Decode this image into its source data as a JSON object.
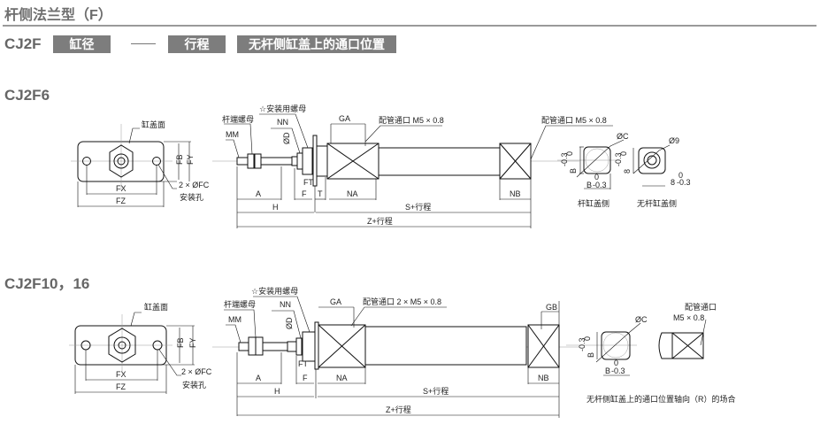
{
  "header": {
    "title": "杆侧法兰型（F）"
  },
  "order_code": {
    "model": "CJ2F",
    "bore": "缸径",
    "separator": "—",
    "stroke": "行程",
    "port": "无杆侧缸盖上的通口位置"
  },
  "section1": {
    "title": "CJ2F6",
    "labels": {
      "cover": "缸盖面",
      "fb": "FB",
      "fy": "FY",
      "fx": "FX",
      "fz": "FZ",
      "fc": "2 × ØFC",
      "hole": "安装孔",
      "mount_nut": "☆安装用螺母",
      "rod_nut": "杆端螺母",
      "nn": "NN",
      "mm": "MM",
      "d": "ØD",
      "ga": "GA",
      "port_head": "配管通口 M5 × 0.8",
      "port_cap": "配管通口 M5 × 0.8",
      "ft": "FT",
      "a": "A",
      "f": "F",
      "t": "T",
      "na": "NA",
      "nb": "NB",
      "h": "H",
      "s": "S+行程",
      "z": "Z+行程",
      "oc": "ØC",
      "o9": "Ø9",
      "b1": "B",
      "tol0": "0",
      "tol": "-0.3",
      "b2": "B",
      "b3": "8",
      "b4": "8",
      "rod_side": "杆缸盖侧",
      "cap_side": "无杆缸盖侧"
    }
  },
  "section2": {
    "title": "CJ2F10，16",
    "labels": {
      "cover": "缸盖面",
      "fb": "FB",
      "fy": "FY",
      "fx": "FX",
      "fz": "FZ",
      "fc": "2 × ØFC",
      "hole": "安装孔",
      "mount_nut": "☆安装用螺母",
      "rod_nut": "杆端螺母",
      "nn": "NN",
      "mm": "MM",
      "d": "ØD",
      "ga": "GA",
      "port_head": "配管通口 2 × M5 × 0.8",
      "gb": "GB",
      "ft": "FT",
      "a": "A",
      "f": "F",
      "na": "NA",
      "nb": "NB",
      "h": "H",
      "s": "S+行程",
      "z": "Z+行程",
      "oc": "ØC",
      "b1": "B",
      "b2": "B",
      "tol0": "0",
      "tol": "-0.3",
      "port_axial": "配管通口",
      "port_axial_size": "M5 × 0.8",
      "note": "无杆侧缸盖上的通口位置轴向（R）的场合"
    }
  }
}
